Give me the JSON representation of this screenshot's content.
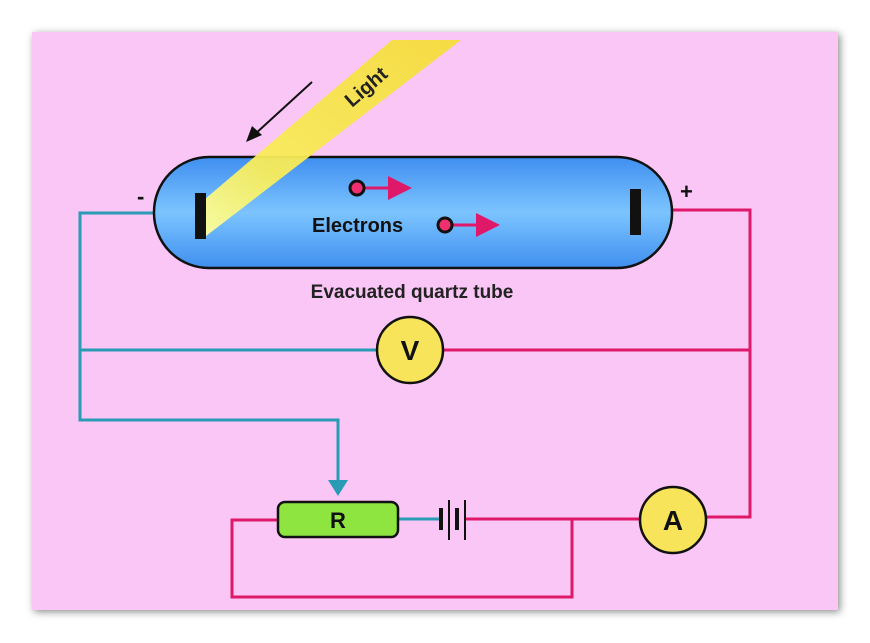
{
  "diagram": {
    "light_label": "Light",
    "electrons_label": "Electrons",
    "tube_label": "Evacuated quartz tube",
    "cathode_sign": "-",
    "anode_sign": "+",
    "voltmeter_label": "V",
    "ammeter_label": "A",
    "resistor_label": "R"
  },
  "colors": {
    "background": "#f9c6f6",
    "tube": "#5aaaf5",
    "light": "#f6e64a",
    "wire_negative": "#2a9bb5",
    "wire_positive": "#e0186a",
    "meter": "#f7e45a",
    "resistor": "#8ee53f",
    "electron": "#f0306e"
  }
}
